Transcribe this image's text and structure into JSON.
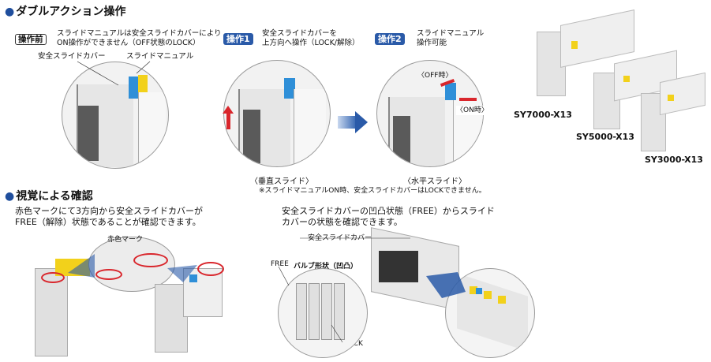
{
  "section1": {
    "title": "ダブルアクション操作",
    "before_label": "操作前",
    "before_text_line1": "スライドマニュアルは安全スライドカバーにより",
    "before_text_line2": "ON操作ができません（OFF状態のLOCK）",
    "label_cover": "安全スライドカバー",
    "label_manual": "スライドマニュアル",
    "step1_label": "操作1",
    "step1_line1": "安全スライドカバーを",
    "step1_line2": "上方向へ操作（LOCK/解除）",
    "step2_label": "操作2",
    "step2_line1": "スライドマニュアル",
    "step2_line2": "操作可能",
    "off_label": "〈OFF時〉",
    "on_label": "〈ON時〉",
    "caption_vertical": "〈垂直スライド〉",
    "caption_horizontal": "〈水平スライド〉",
    "note": "※スライドマニュアルON時、安全スライドカバーはLOCKできません。"
  },
  "models": [
    "SY7000-X13",
    "SY5000-X13",
    "SY3000-X13"
  ],
  "section2": {
    "title": "視覚による確認",
    "left_line1": "赤色マークにて3方向から安全スライドカバーが",
    "left_line2": "FREE（解除）状態であることが確認できます。",
    "red_mark_label": "赤色マーク",
    "right_line1": "安全スライドカバーの凹凸状態（FREE）からスライド",
    "right_line2": "カバーの状態を確認できます。",
    "label_cover": "安全スライドカバー",
    "label_free": "FREE",
    "label_valve_shape": "バルブ形状（凹凸）",
    "label_lock": "LOCK"
  },
  "colors": {
    "accent_blue": "#2a5aa8",
    "cover_yellow": "#f2d11b",
    "manual_blue": "#2f8fd8",
    "red_mark": "#d9262c"
  }
}
